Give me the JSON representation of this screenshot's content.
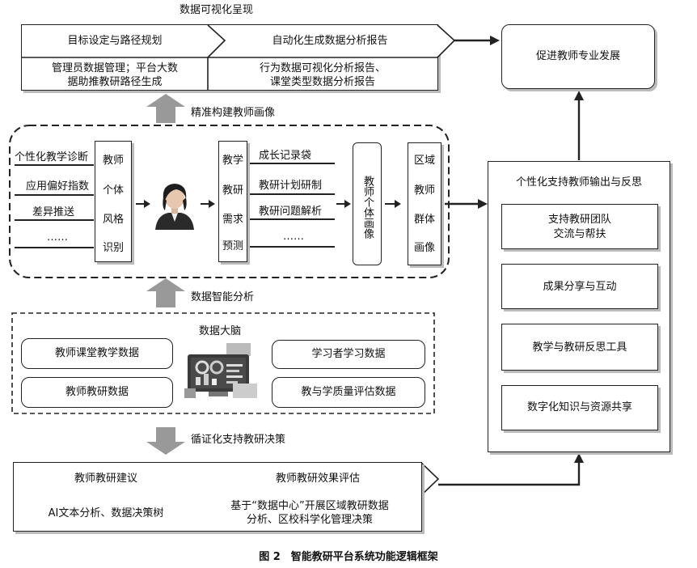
{
  "top_section": {
    "title": "数据可视化呈现",
    "step1": "目标设定与路径规划",
    "step2": "自动化生成数据分析报告",
    "detail1_line1": "管理员数据管理；平台大数",
    "detail1_line2": "据助推教研路径生成",
    "detail2_line1": "行为数据可视化分析报告、",
    "detail2_line2": "课堂类型数据分析报告"
  },
  "goal_box": "促进教师专业发展",
  "portrait_label": "精准构建教师画像",
  "portrait": {
    "inputs": [
      "个性化教学诊断",
      "应用偏好指数",
      "差异推送",
      "……"
    ],
    "style_identify": [
      "教师",
      "个体",
      "风格",
      "识别"
    ],
    "need_predict": [
      "教学",
      "教研",
      "需求",
      "预测"
    ],
    "outputs": [
      "成长记录袋",
      "教研计划研制",
      "教研问题解析",
      "……"
    ],
    "individual_portrait": "教师个体画像",
    "group_portrait": [
      "区域",
      "教师",
      "群体",
      "画像"
    ]
  },
  "analysis_label": "数据智能分析",
  "brain": {
    "title": "数据大脑",
    "left_items": [
      "教师课堂教学数据",
      "教师教研数据"
    ],
    "right_items": [
      "学习者学习数据",
      "教与学质量评估数据"
    ]
  },
  "decision_label": "循证化支持教研决策",
  "bottom_section": {
    "step1": "教师教研建议",
    "step2": "教师教研效果评估",
    "detail1": "AI文本分析、数据决策树",
    "detail2_line1": "基于“数据中心”开展区域教研数据",
    "detail2_line2": "分析、区校科学化管理决策"
  },
  "support_panel": {
    "title": "个性化支持教师输出与反思",
    "items": [
      {
        "line1": "支持教研团队",
        "line2": "交流与帮扶"
      },
      {
        "line1": "成果分享与互动",
        "line2": ""
      },
      {
        "line1": "教学与教研反思工具",
        "line2": ""
      },
      {
        "line1": "数字化知识与资源共享",
        "line2": ""
      }
    ]
  },
  "caption": "图 2　智能教研平台系统功能逻辑框架"
}
